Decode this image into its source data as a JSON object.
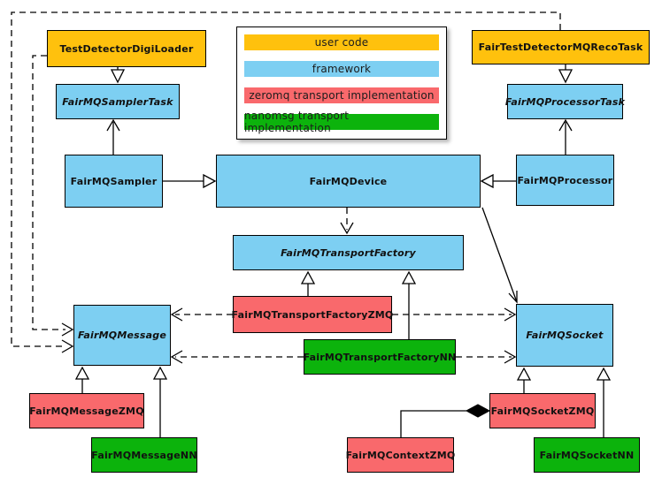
{
  "colors": {
    "user_code": "#FFC10D",
    "framework": "#7DCFF2",
    "zeromq": "#F9696C",
    "nanomsg": "#0CB30C"
  },
  "legend": {
    "items": [
      {
        "label": "user code",
        "color": "#FFC10D"
      },
      {
        "label": "framework",
        "color": "#7DCFF2"
      },
      {
        "label": "zeromq transport implementation",
        "color": "#F9696C"
      },
      {
        "label": "nanomsg transport implementation",
        "color": "#0CB30C"
      }
    ]
  },
  "nodes": {
    "testDetectorDigiLoader": {
      "label": "TestDetectorDigiLoader",
      "category": "user code"
    },
    "fairTestDetectorMQRecoTask": {
      "label": "FairTestDetectorMQRecoTask",
      "category": "user code"
    },
    "fairMQSamplerTask": {
      "label": "FairMQSamplerTask",
      "category": "framework",
      "abstract": true
    },
    "fairMQProcessorTask": {
      "label": "FairMQProcessorTask",
      "category": "framework",
      "abstract": true
    },
    "fairMQSampler": {
      "label": "FairMQSampler",
      "category": "framework"
    },
    "fairMQDevice": {
      "label": "FairMQDevice",
      "category": "framework"
    },
    "fairMQProcessor": {
      "label": "FairMQProcessor",
      "category": "framework"
    },
    "fairMQTransportFactory": {
      "label": "FairMQTransportFactory",
      "category": "framework",
      "abstract": true
    },
    "fairMQTransportFactoryZMQ": {
      "label": "FairMQTransportFactoryZMQ",
      "category": "zeromq"
    },
    "fairMQTransportFactoryNN": {
      "label": "FairMQTransportFactoryNN",
      "category": "nanomsg"
    },
    "fairMQMessage": {
      "label": "FairMQMessage",
      "category": "framework",
      "abstract": true
    },
    "fairMQSocket": {
      "label": "FairMQSocket",
      "category": "framework",
      "abstract": true
    },
    "fairMQMessageZMQ": {
      "label": "FairMQMessageZMQ",
      "category": "zeromq"
    },
    "fairMQMessageNN": {
      "label": "FairMQMessageNN",
      "category": "nanomsg"
    },
    "fairMQSocketZMQ": {
      "label": "FairMQSocketZMQ",
      "category": "zeromq"
    },
    "fairMQSocketNN": {
      "label": "FairMQSocketNN",
      "category": "nanomsg"
    },
    "fairMQContextZMQ": {
      "label": "FairMQContextZMQ",
      "category": "zeromq"
    }
  },
  "edges": [
    {
      "from": "TestDetectorDigiLoader",
      "to": "FairMQSamplerTask",
      "type": "inheritance"
    },
    {
      "from": "FairTestDetectorMQRecoTask",
      "to": "FairMQProcessorTask",
      "type": "inheritance"
    },
    {
      "from": "FairMQSampler",
      "to": "FairMQDevice",
      "type": "inheritance"
    },
    {
      "from": "FairMQProcessor",
      "to": "FairMQDevice",
      "type": "inheritance"
    },
    {
      "from": "FairMQSampler",
      "to": "FairMQSamplerTask",
      "type": "association"
    },
    {
      "from": "FairMQProcessor",
      "to": "FairMQProcessorTask",
      "type": "association"
    },
    {
      "from": "FairMQDevice",
      "to": "FairMQTransportFactory",
      "type": "dependency"
    },
    {
      "from": "FairMQDevice",
      "to": "FairMQSocket",
      "type": "association"
    },
    {
      "from": "FairMQTransportFactoryZMQ",
      "to": "FairMQTransportFactory",
      "type": "inheritance"
    },
    {
      "from": "FairMQTransportFactoryNN",
      "to": "FairMQTransportFactory",
      "type": "inheritance"
    },
    {
      "from": "FairMQTransportFactoryZMQ",
      "to": "FairMQMessage",
      "type": "dependency"
    },
    {
      "from": "FairMQTransportFactoryZMQ",
      "to": "FairMQSocket",
      "type": "dependency"
    },
    {
      "from": "FairMQTransportFactoryNN",
      "to": "FairMQMessage",
      "type": "dependency"
    },
    {
      "from": "FairMQTransportFactoryNN",
      "to": "FairMQSocket",
      "type": "dependency"
    },
    {
      "from": "TestDetectorDigiLoader",
      "to": "FairMQMessage",
      "type": "dependency"
    },
    {
      "from": "FairTestDetectorMQRecoTask",
      "to": "FairMQMessage",
      "type": "dependency"
    },
    {
      "from": "FairMQMessageZMQ",
      "to": "FairMQMessage",
      "type": "inheritance"
    },
    {
      "from": "FairMQMessageNN",
      "to": "FairMQMessage",
      "type": "inheritance"
    },
    {
      "from": "FairMQSocketZMQ",
      "to": "FairMQSocket",
      "type": "inheritance"
    },
    {
      "from": "FairMQSocketNN",
      "to": "FairMQSocket",
      "type": "inheritance"
    },
    {
      "from": "FairMQContextZMQ",
      "to": "FairMQSocketZMQ",
      "type": "composition"
    }
  ]
}
